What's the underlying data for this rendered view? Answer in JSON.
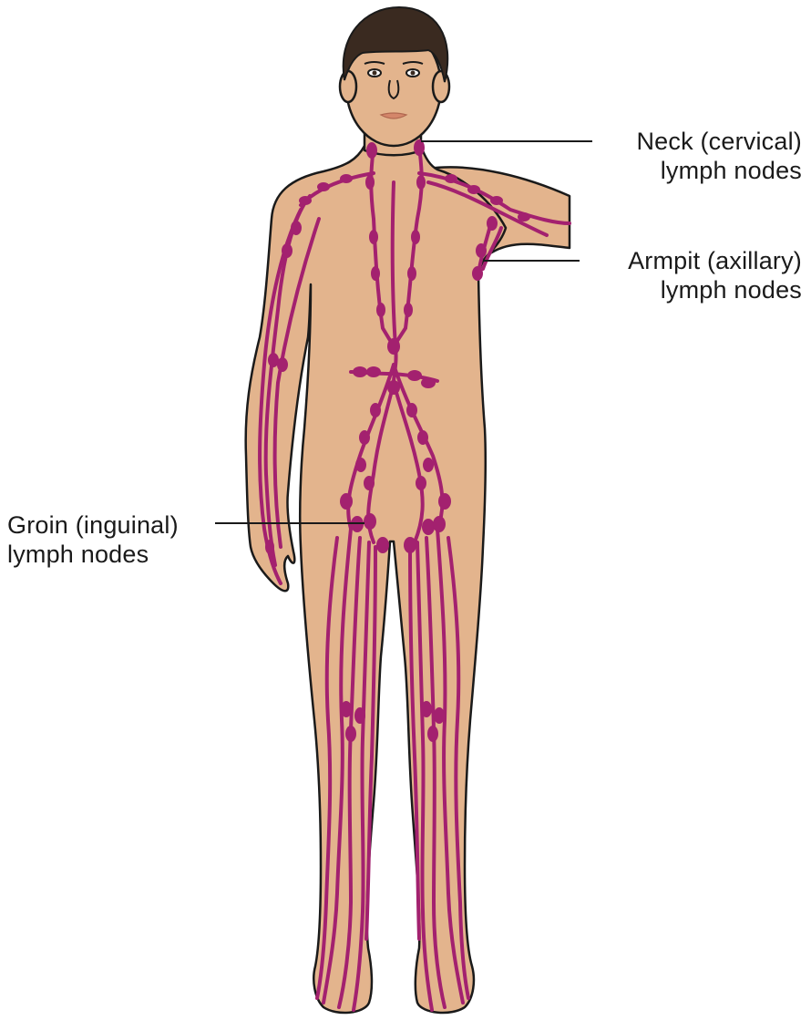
{
  "colors": {
    "skin": "#e3b48d",
    "outline": "#1a1a1a",
    "lymph": "#a3216f",
    "hair": "#3a2a20",
    "lips": "#d4866a",
    "background": "#ffffff"
  },
  "labels": {
    "neck": {
      "line1": "Neck (cervical)",
      "line2": "lymph nodes"
    },
    "armpit": {
      "line1": "Armpit (axillary)",
      "line2": "lymph nodes"
    },
    "groin": {
      "line1": "Groin (inguinal)",
      "line2": "lymph nodes"
    }
  }
}
